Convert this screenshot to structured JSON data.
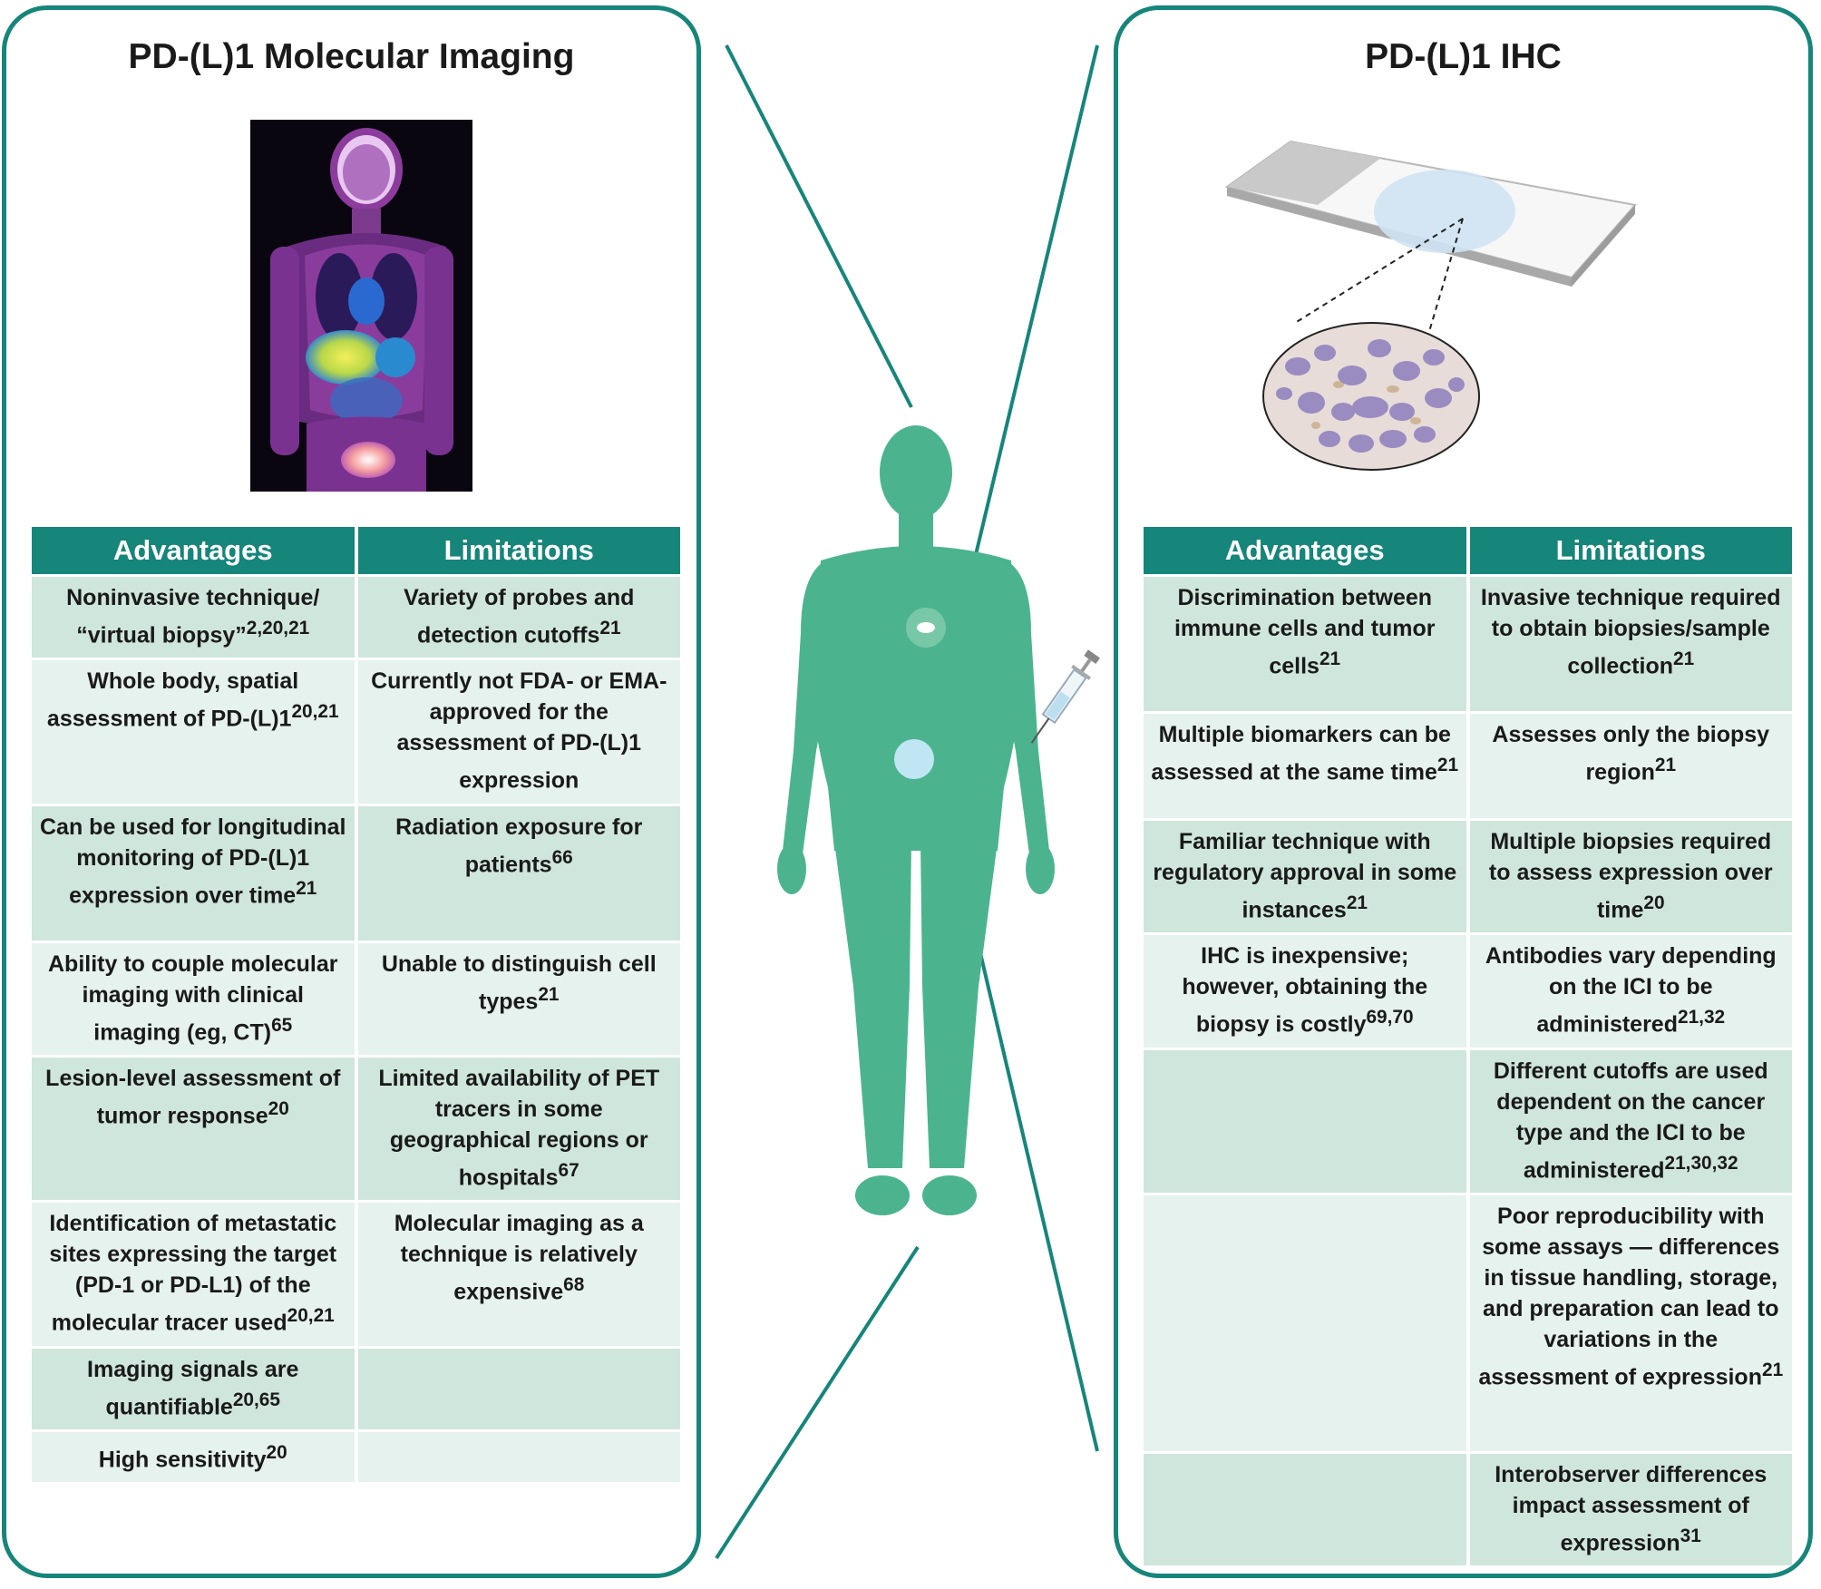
{
  "left_panel": {
    "title": "PD-(L)1 Molecular Imaging",
    "headers": {
      "advantages": "Advantages",
      "limitations": "Limitations"
    },
    "rows": [
      {
        "advantage": "Noninvasive technique/ “virtual biopsy”",
        "advantage_ref": "2,20,21",
        "limitation": "Variety of probes and detection cutoffs",
        "limitation_ref": "21"
      },
      {
        "advantage": "Whole body, spatial assessment of PD-(L)1",
        "advantage_ref": "20,21",
        "limitation": "Currently not FDA- or EMA-approved for the assessment of PD-(L)1 expression",
        "limitation_ref": ""
      },
      {
        "advantage": "Can be used for longitudinal monitoring of PD-(L)1 expression over time",
        "advantage_ref": "21",
        "limitation": "Radiation exposure for patients",
        "limitation_ref": "66"
      },
      {
        "advantage": "Ability to couple molecular imaging with clinical imaging (eg, CT)",
        "advantage_ref": "65",
        "limitation": "Unable to distinguish cell types",
        "limitation_ref": "21"
      },
      {
        "advantage": "Lesion-level assessment of tumor response",
        "advantage_ref": "20",
        "limitation": "Limited availability of PET tracers in some geographical regions or hospitals",
        "limitation_ref": "67"
      },
      {
        "advantage": "Identification of metastatic sites expressing the target (PD-1 or PD-L1) of the molecular tracer used",
        "advantage_ref": "20,21",
        "limitation": "Molecular imaging as a technique is relatively expensive",
        "limitation_ref": "68"
      },
      {
        "advantage": "Imaging signals are quantifiable",
        "advantage_ref": "20,65",
        "limitation": "",
        "limitation_ref": ""
      },
      {
        "advantage": "High sensitivity",
        "advantage_ref": "20",
        "limitation": "",
        "limitation_ref": ""
      }
    ]
  },
  "right_panel": {
    "title": "PD-(L)1 IHC",
    "headers": {
      "advantages": "Advantages",
      "limitations": "Limitations"
    },
    "rows": [
      {
        "advantage": "Discrimination between immune cells and tumor cells",
        "advantage_ref": "21",
        "limitation": "Invasive technique required to obtain biopsies/sample collection",
        "limitation_ref": "21"
      },
      {
        "advantage": "Multiple biomarkers can be assessed at the same time",
        "advantage_ref": "21",
        "limitation": "Assesses only the biopsy region",
        "limitation_ref": "21"
      },
      {
        "advantage": "Familiar technique with regulatory approval in some instances",
        "advantage_ref": "21",
        "limitation": "Multiple biopsies required to assess expression over time",
        "limitation_ref": "20"
      },
      {
        "advantage": "IHC is inexpensive; however, obtaining the biopsy is costly",
        "advantage_ref": "69,70",
        "limitation": "Antibodies vary depending on the ICI to be administered",
        "limitation_ref": "21,32"
      },
      {
        "advantage": "",
        "advantage_ref": "",
        "limitation": "Different cutoffs are used dependent on the cancer type and the ICI to be administered",
        "limitation_ref": "21,30,32"
      },
      {
        "advantage": "",
        "advantage_ref": "",
        "limitation": "Poor reproducibility with some assays — differences in tissue handling, storage, and preparation can lead to variations in the assessment of expression",
        "limitation_ref": "21"
      },
      {
        "advantage": "",
        "advantage_ref": "",
        "limitation": "Interobserver differences impact assessment of expression",
        "limitation_ref": "31"
      }
    ]
  },
  "colors": {
    "accent": "#16857a",
    "figure": "#4bb48f",
    "row_dark": "#cfe6dc",
    "row_light": "#e6f2ed"
  },
  "icons": [
    "pet-scan-image",
    "human-silhouette-icon",
    "syringe-icon",
    "microscope-slide-icon",
    "magnified-tissue-icon"
  ]
}
